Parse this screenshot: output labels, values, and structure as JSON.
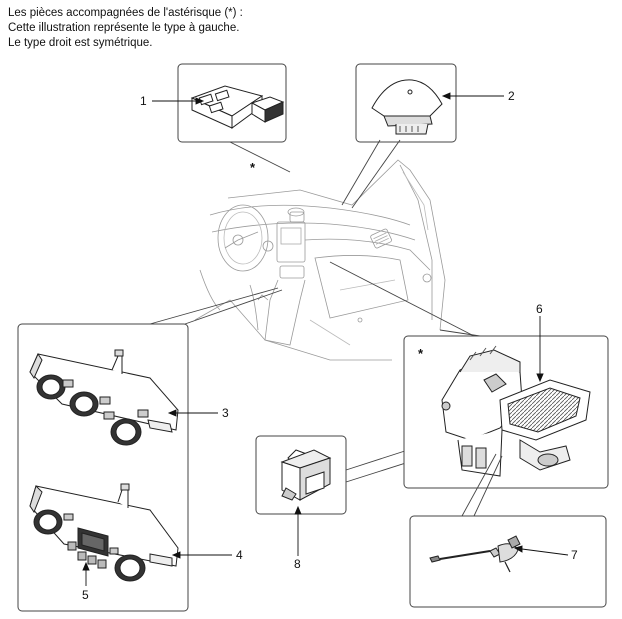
{
  "caption": {
    "line1": "Les pièces accompagnées de l'astérisque (*) :",
    "line2": "Cette illustration représente le type à gauche.",
    "line3": "Le type droit est symétrique."
  },
  "callouts": [
    "1",
    "2",
    "3",
    "4",
    "5",
    "6",
    "7",
    "8"
  ],
  "asterisk_marks": [
    "*",
    "*"
  ]
}
